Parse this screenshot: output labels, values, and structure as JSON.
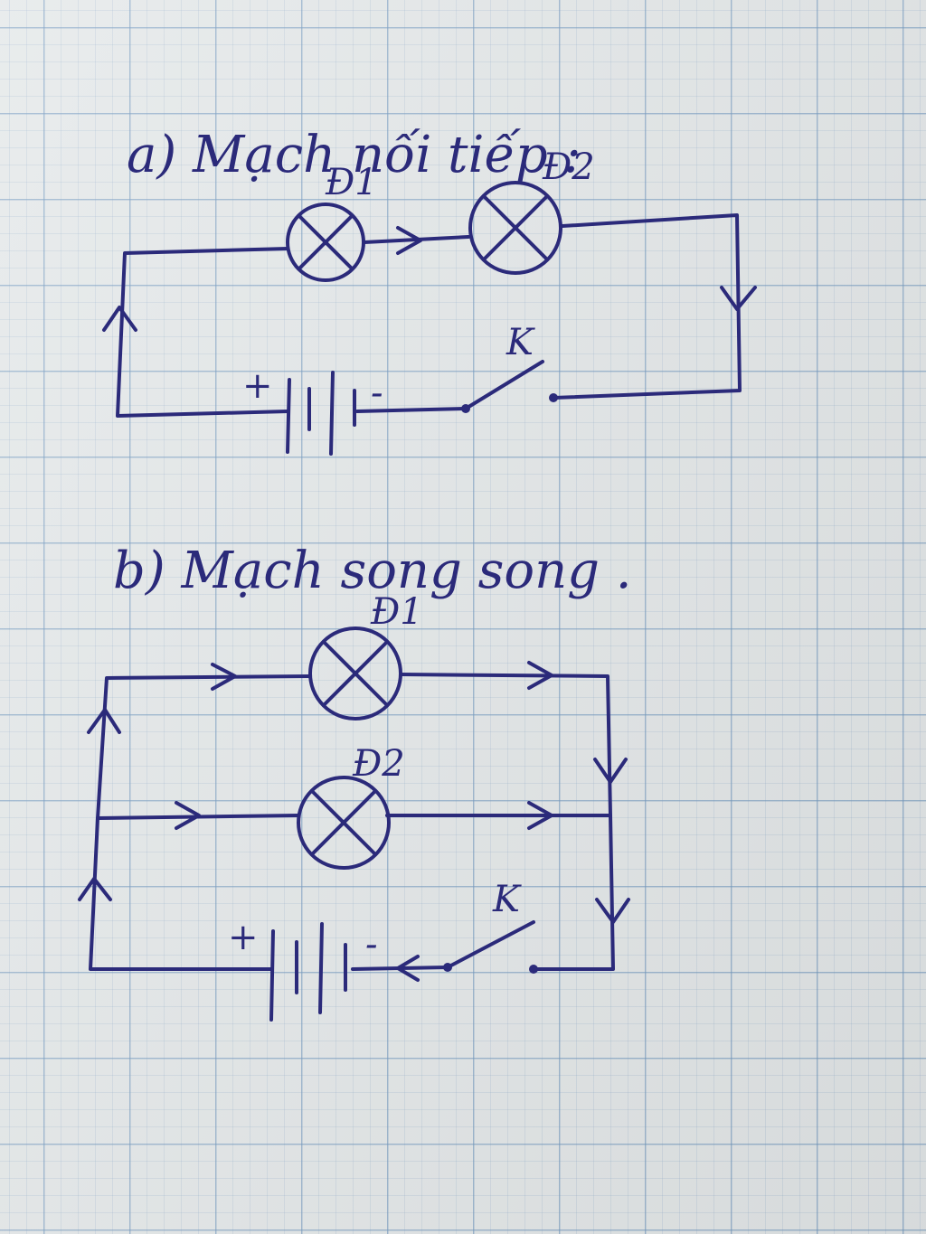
{
  "diagram_a": {
    "title": "a) Mạch nối tiếp :",
    "lamp1_label": "Đ1",
    "lamp2_label": "Đ2",
    "switch_label": "K",
    "plus": "+",
    "minus": "-"
  },
  "diagram_b": {
    "title": "b) Mạch song song .",
    "lamp1_label": "Đ1",
    "lamp2_label": "Đ2",
    "switch_label": "K",
    "plus": "+",
    "minus": "-"
  },
  "colors": {
    "ink": "#2b2a7a"
  }
}
